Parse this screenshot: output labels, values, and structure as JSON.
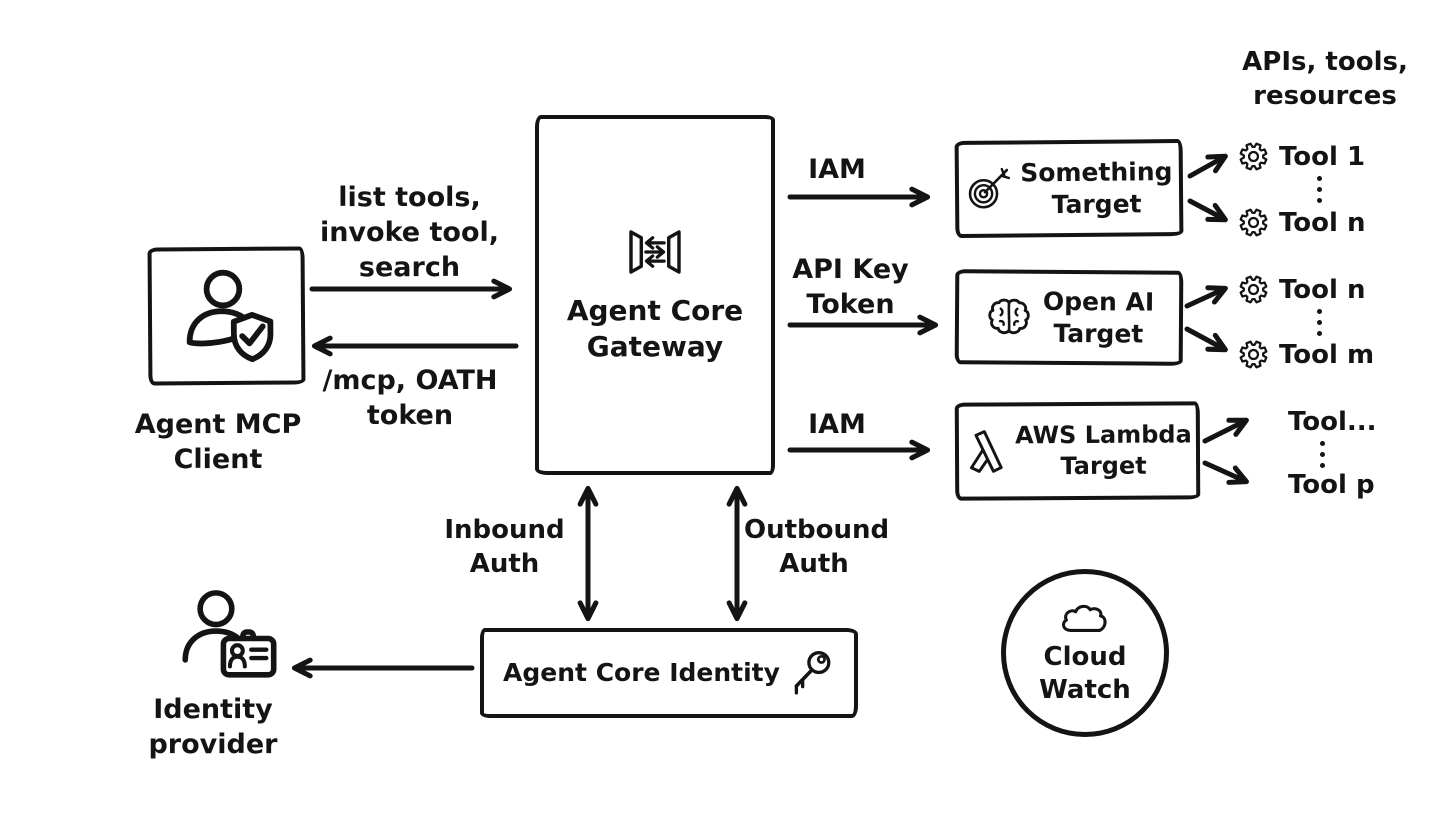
{
  "colors": {
    "ink": "#141414",
    "background": "#ffffff"
  },
  "client": {
    "label": [
      "Agent MCP",
      "Client"
    ],
    "icon": "user-shield-icon"
  },
  "gateway": {
    "label": [
      "Agent Core",
      "Gateway"
    ],
    "icon": "gateway-doors-icon"
  },
  "edge_client_to_gateway": {
    "label": [
      "list tools,",
      "invoke tool,",
      "search"
    ]
  },
  "edge_gateway_to_client": {
    "label": [
      "/mcp, OATH",
      "token"
    ]
  },
  "targets": [
    {
      "id": "something",
      "icon": "dart-target-icon",
      "label": [
        "Something",
        "Target"
      ],
      "edge_label": [
        "IAM"
      ]
    },
    {
      "id": "openai",
      "icon": "brain-icon",
      "label": [
        "Open AI",
        "Target"
      ],
      "edge_label": [
        "API Key",
        "Token"
      ]
    },
    {
      "id": "lambda",
      "icon": "lambda-icon",
      "label": [
        "AWS Lambda",
        "Target"
      ],
      "edge_label": [
        "IAM"
      ]
    }
  ],
  "tools_panel": {
    "header": [
      "APIs, tools,",
      "resources"
    ],
    "groups": [
      {
        "has_gear_icons": true,
        "items": [
          "Tool 1",
          "Tool n"
        ]
      },
      {
        "has_gear_icons": true,
        "items": [
          "Tool n",
          "Tool m"
        ]
      },
      {
        "has_gear_icons": false,
        "items": [
          "Tool...",
          "Tool p"
        ]
      }
    ]
  },
  "auth": {
    "inbound": {
      "label": [
        "Inbound",
        "Auth"
      ]
    },
    "outbound": {
      "label": [
        "Outbound",
        "Auth"
      ]
    }
  },
  "identity": {
    "label": "Agent Core Identity",
    "icon": "key-icon"
  },
  "identity_provider": {
    "label": [
      "Identity",
      "provider"
    ],
    "icon": "user-id-card-icon"
  },
  "cloudwatch": {
    "label": [
      "Cloud",
      "Watch"
    ],
    "icon": "cloud-icon"
  }
}
